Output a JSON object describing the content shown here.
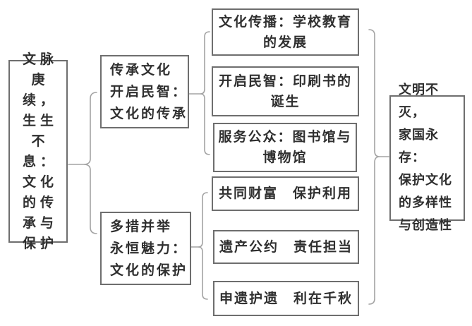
{
  "palette": {
    "background": "#ffffff",
    "box_border": "#6e6e6e",
    "text": "#2f2f2f",
    "connector": "#a3a3a3"
  },
  "nodes": {
    "root": {
      "label": "文脉\n庚续，\n生生\n不息：\n文化\n的传\n承与\n保护"
    },
    "branch_heritage": {
      "label": "传承文化\n开启民智：\n文化的传承"
    },
    "branch_protection": {
      "label": "多措并举\n永恒魅力：\n文化的保护"
    },
    "leaf_education": {
      "label": "文化传播：学校教育\n的发展"
    },
    "leaf_printing": {
      "label": "开启民智：印刷书的\n诞生"
    },
    "leaf_library": {
      "label": "服务公众：图书馆与\n博物馆"
    },
    "leaf_wealth": {
      "label": "共同财富　保护利用"
    },
    "leaf_convention": {
      "label": "遗产公约　责任担当"
    },
    "leaf_application": {
      "label": "申遗护遗　利在千秋"
    },
    "conclusion": {
      "label": "文明不灭，\n家国永存：\n保护文化\n的多样性\n与创造性"
    }
  }
}
